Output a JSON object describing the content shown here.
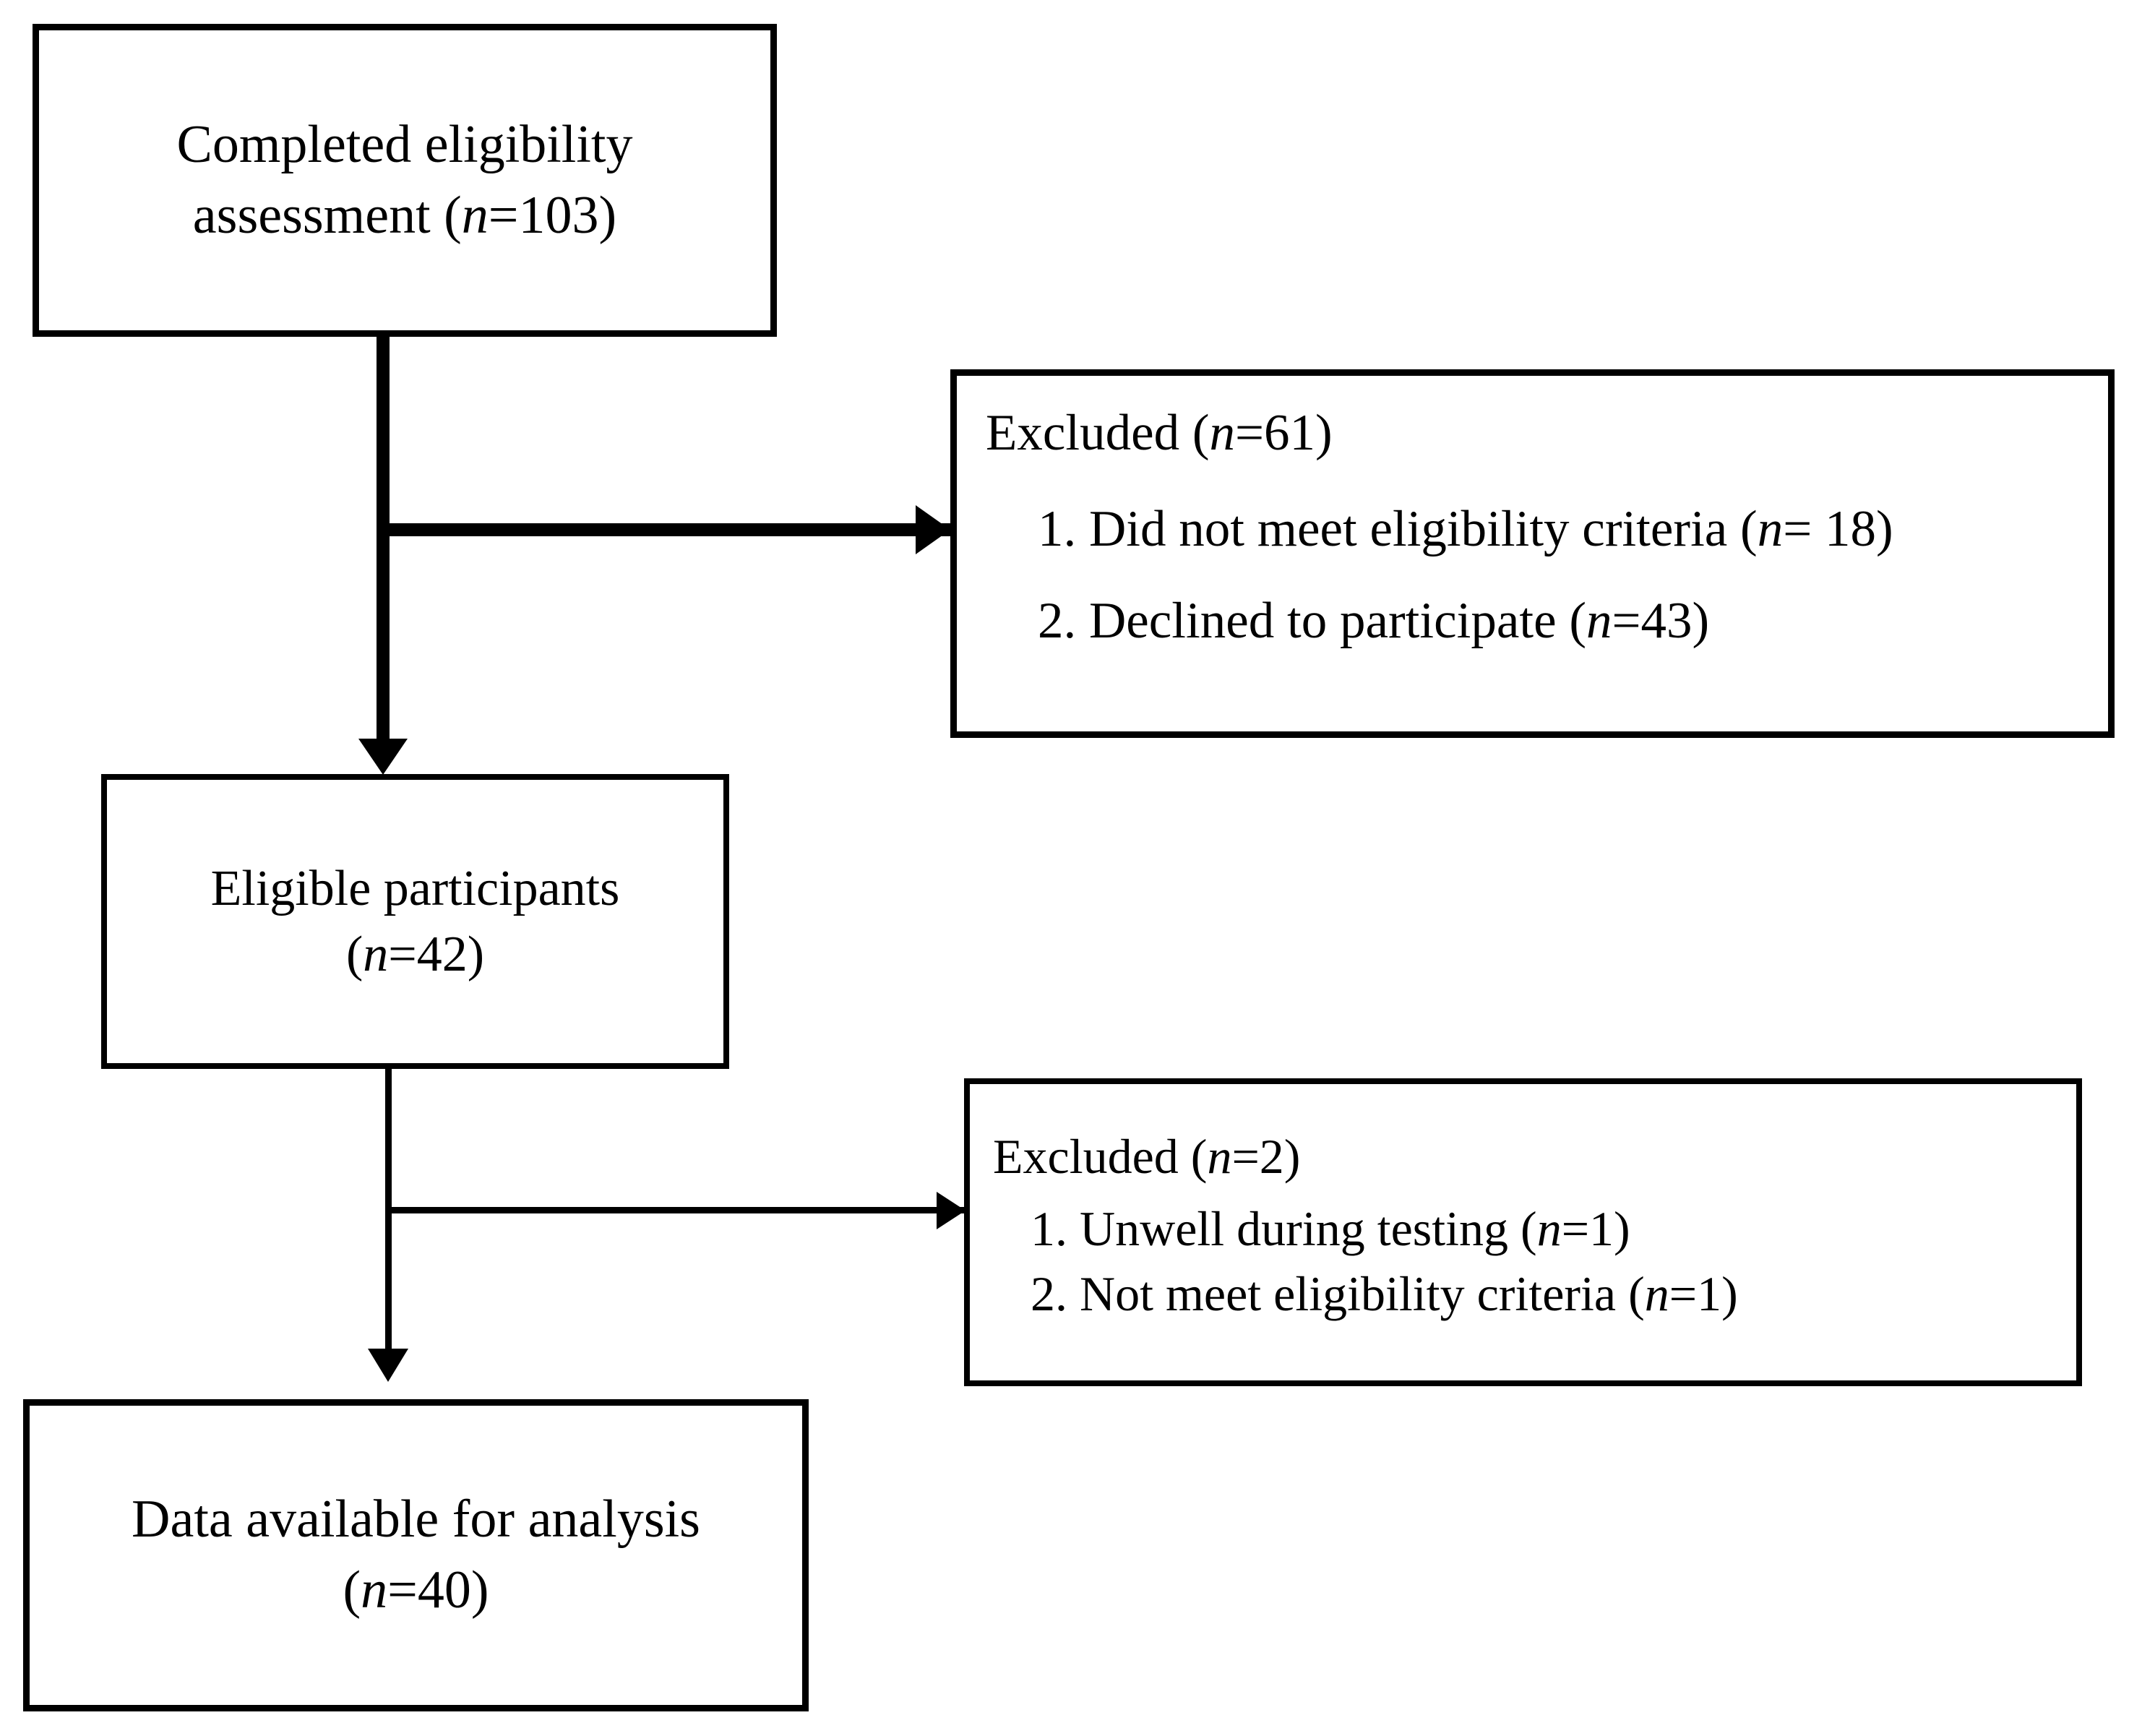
{
  "figure": {
    "type": "participant-flow-diagram",
    "orientation": "top-to-bottom",
    "stroke_color": "#000000",
    "background_color": "#ffffff"
  },
  "boxes": {
    "completed": {
      "name": "Completed eligibility assessment",
      "line1": "Completed eligibility",
      "line2_prefix": "assessment (",
      "n_symbol": "n",
      "line2_suffix": "=103)",
      "n_value": "103"
    },
    "eligible": {
      "name": "Eligible participants",
      "line1": "Eligible participants",
      "line2_prefix": "(",
      "n_symbol": "n",
      "line2_suffix": "=42)",
      "n_value": "42"
    },
    "analysis": {
      "name": "Data available for analysis",
      "line1": "Data available for analysis",
      "line2_prefix": "(",
      "n_symbol": "n",
      "line2_suffix": "=40)",
      "n_value": "40"
    }
  },
  "exclusions": {
    "first": {
      "heading_prefix": "Excluded (",
      "heading_n": "n",
      "heading_suffix": "=61)",
      "heading_value": "61",
      "items": [
        {
          "number": "1.",
          "text": "Did not meet eligibility criteria  (",
          "n_symbol": "n",
          "suffix": "= 18)",
          "value": "18"
        },
        {
          "number": "2.",
          "text": "Declined to participate (",
          "n_symbol": "n",
          "suffix": "=43)",
          "value": "43"
        }
      ]
    },
    "second": {
      "heading_prefix": "Excluded (",
      "heading_n": "n",
      "heading_suffix": "=2)",
      "heading_value": "2",
      "items": [
        {
          "number": "1.",
          "text": "Unwell during testing (",
          "n_symbol": "n",
          "suffix": "=1)",
          "value": "1"
        },
        {
          "number": "2.",
          "text": "Not meet eligibility criteria (",
          "n_symbol": "n",
          "suffix": "=1)",
          "value": "1"
        }
      ]
    }
  },
  "connectors": [
    {
      "id": "completed-to-eligible",
      "from": "completed",
      "to": "eligible",
      "direction": "down"
    },
    {
      "id": "completed-to-excluded-1",
      "from": "completed",
      "to": "excluded-1",
      "direction": "right"
    },
    {
      "id": "eligible-to-analysis",
      "from": "eligible",
      "to": "analysis",
      "direction": "down"
    },
    {
      "id": "eligible-to-excluded-2",
      "from": "eligible",
      "to": "excluded-2",
      "direction": "right"
    }
  ]
}
